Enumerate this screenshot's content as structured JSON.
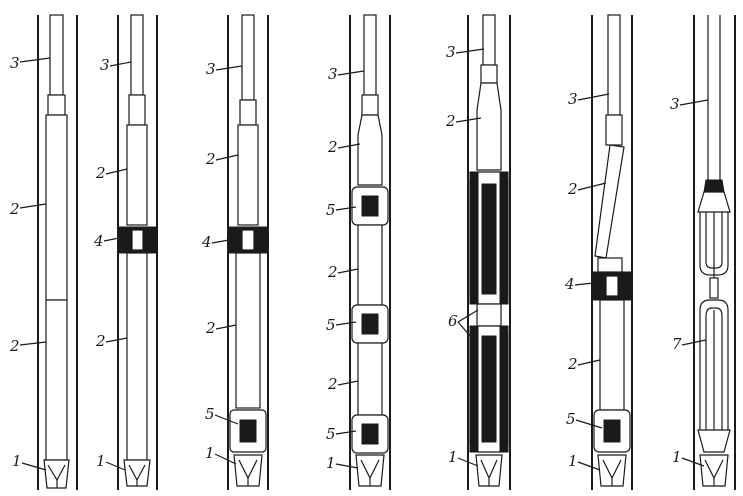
{
  "labels": {
    "n1": "1",
    "n2": "2",
    "n3": "3",
    "n4": "4",
    "n5": "5",
    "n6": "6",
    "n7": "7"
  },
  "colors": {
    "ink": "#1a1a1a",
    "paper": "#ffffff"
  }
}
